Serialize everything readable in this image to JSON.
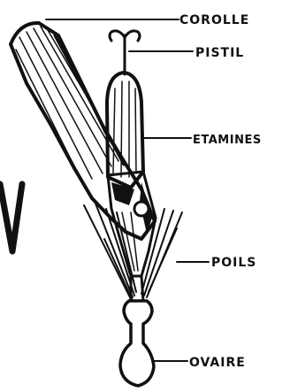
{
  "labels": {
    "corolle": "COROLLE",
    "pistil": "PISTIL",
    "etamines": "ETAMINES",
    "poils": "POILS",
    "ovaire": "OVAIRE"
  },
  "colors": {
    "ink": "#111111",
    "background": "#ffffff"
  }
}
